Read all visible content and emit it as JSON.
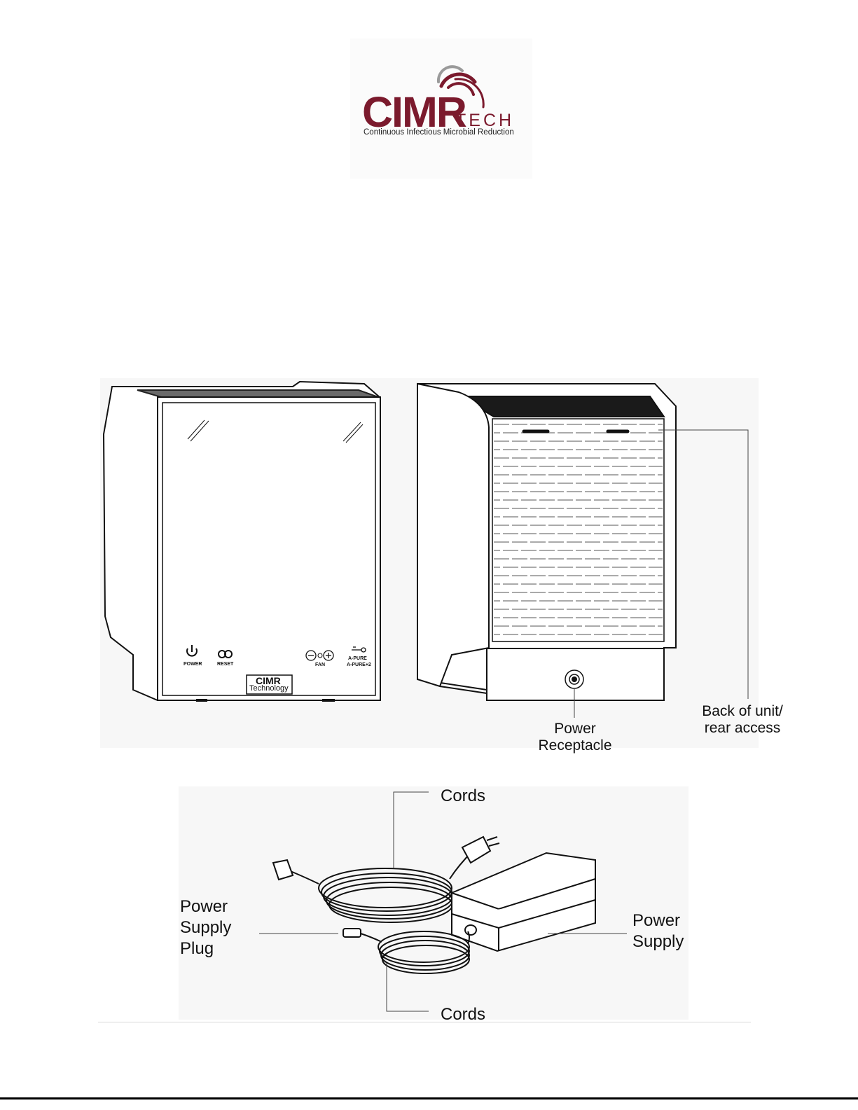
{
  "logo": {
    "brand": "CIMR",
    "tech": "TECH",
    "tagline": "Continuous Infectious Microbial Reduction"
  },
  "unit_front": {
    "buttons": {
      "power": "POWER",
      "reset": "RESET",
      "fan": "FAN",
      "apure_1": "A-PURE",
      "apure_2": "A-PURE+2"
    },
    "badge_brand": "CIMR",
    "badge_sub": "Technology"
  },
  "unit_back": {
    "power_receptacle": "Power Receptacle",
    "back_of_unit": "Back of unit/ rear access"
  },
  "accessories": {
    "cords_top": "Cords",
    "cords_bottom": "Cords",
    "power_supply_plug": "Power Supply Plug",
    "power_supply": "Power Supply"
  },
  "colors": {
    "brand": "#7b1a2d",
    "brand_swirl_gray": "#9a9a9a"
  }
}
